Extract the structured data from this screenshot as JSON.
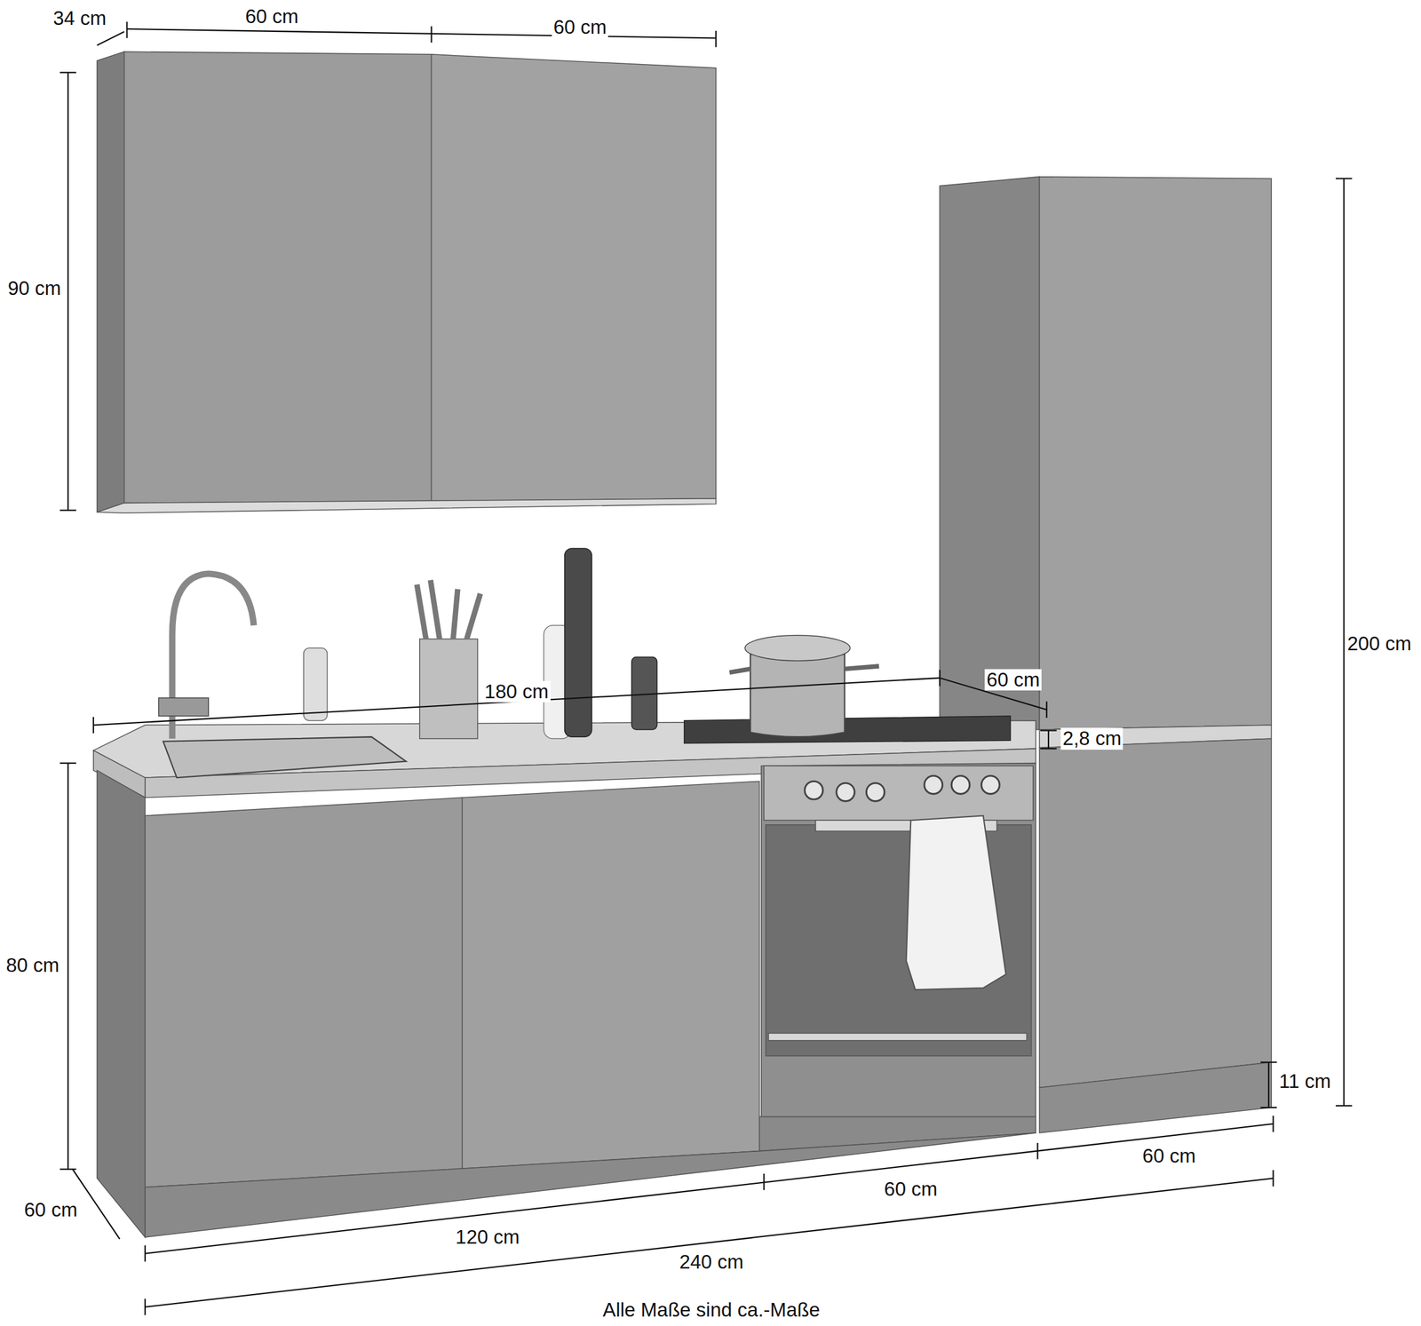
{
  "diagram": {
    "caption": "Alle Maße sind ca.-Maße",
    "labels": [
      "34 cm",
      "60 cm",
      "60 cm",
      "90 cm",
      "180 cm",
      "60 cm",
      "2,8 cm",
      "200 cm",
      "80 cm",
      "11 cm",
      "60 cm",
      "60 cm",
      "60 cm",
      "120 cm",
      "240 cm"
    ]
  }
}
